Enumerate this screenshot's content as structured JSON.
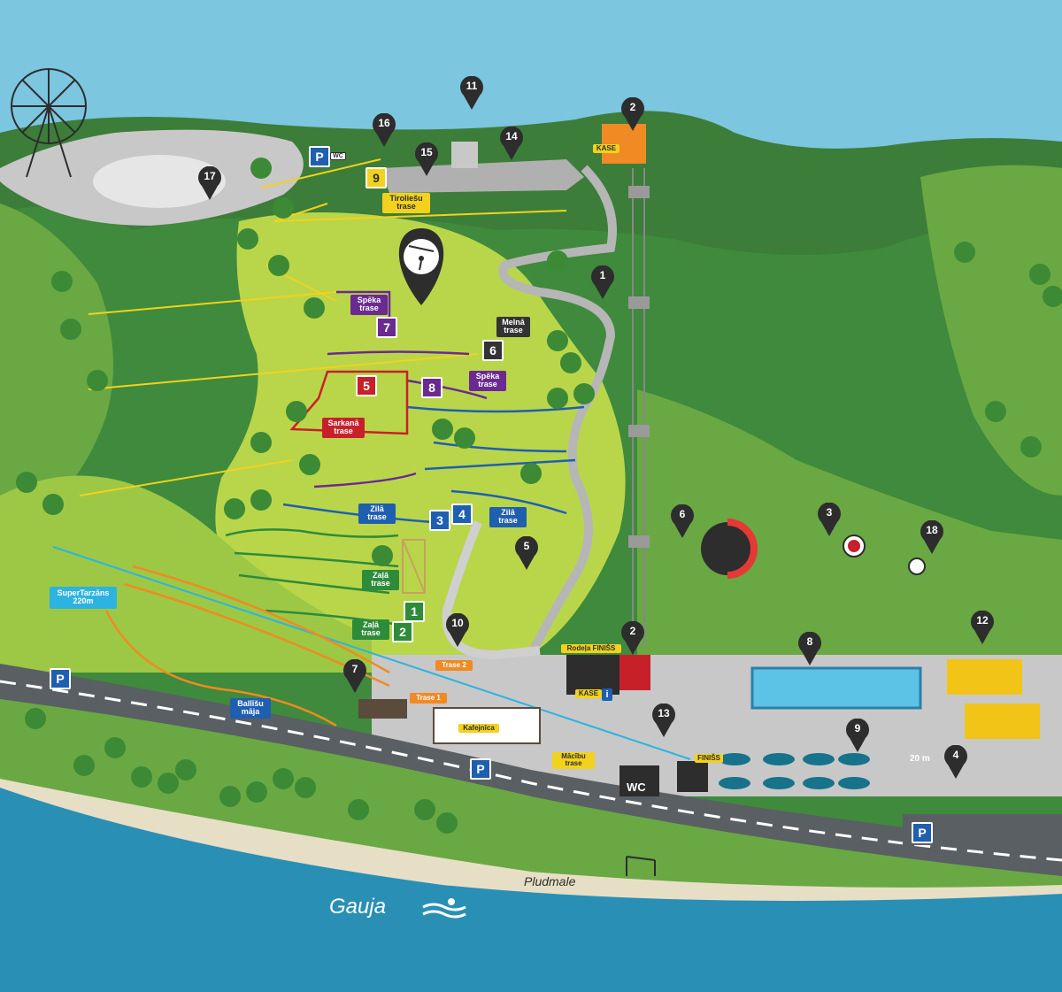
{
  "map": {
    "river_name": "Gauja",
    "beach_name": "Pludmale",
    "cashier_label": "KASE",
    "finish_label": "FINIŠS",
    "rodelis_finish_label": "Rodeļa FINIŠS",
    "wc_label": "WC",
    "wc_small": "WC",
    "parking_label": "P",
    "meter_label": "20 m",
    "training_trail_label": "Mācību trase",
    "cafe_label": "Kafejnīca",
    "ballisu_label": "Ballīšu māja",
    "supertarzans_label": "SuperTarzāns 220m",
    "trase1_label": "Trase 1",
    "trase2_label": "Trase 2",
    "tiroliesu_label": "Tiroliešu trase"
  },
  "pins": [
    "1",
    "2",
    "2",
    "3",
    "4",
    "5",
    "6",
    "7",
    "8",
    "9",
    "10",
    "11",
    "12",
    "13",
    "14",
    "15",
    "16",
    "17",
    "18"
  ],
  "routes": {
    "r1": {
      "num": "1",
      "name": "Zaļā trase",
      "color": "#2e8b3a"
    },
    "r2": {
      "num": "2",
      "name": "Zaļā trase",
      "color": "#2e8b3a"
    },
    "r3": {
      "num": "3",
      "name": "Zilā trase",
      "color": "#1f5fb0"
    },
    "r4": {
      "num": "4",
      "name": "Zilā trase",
      "color": "#1f5fb0"
    },
    "r5": {
      "num": "5",
      "name": "Sarkanā trase",
      "color": "#c8202b"
    },
    "r6": {
      "num": "6",
      "name": "Melnā trase",
      "color": "#333333"
    },
    "r7": {
      "num": "7",
      "name": "Spēka trase",
      "color": "#6a2a91"
    },
    "r8": {
      "num": "8",
      "name": "Spēka trase",
      "color": "#6a2a91"
    },
    "r9": {
      "num": "9",
      "name": "Tiroliešu trase",
      "color": "#f2d21c"
    }
  },
  "colors": {
    "water": "#2a8fb5",
    "sky": "#7cc6df",
    "dark_green": "#3c7d3a",
    "mid_green": "#6aa843",
    "light_green": "#b9d64a",
    "road": "#5a5f63",
    "plaza": "#c8c8c8",
    "pin": "#2d2d2d",
    "orange": "#f08a24"
  },
  "icons": [
    "zipline-icon",
    "swimmer-icon",
    "parking-icon",
    "info-icon",
    "target-icon",
    "volleyball-net-icon",
    "ferris-wheel-icon"
  ]
}
